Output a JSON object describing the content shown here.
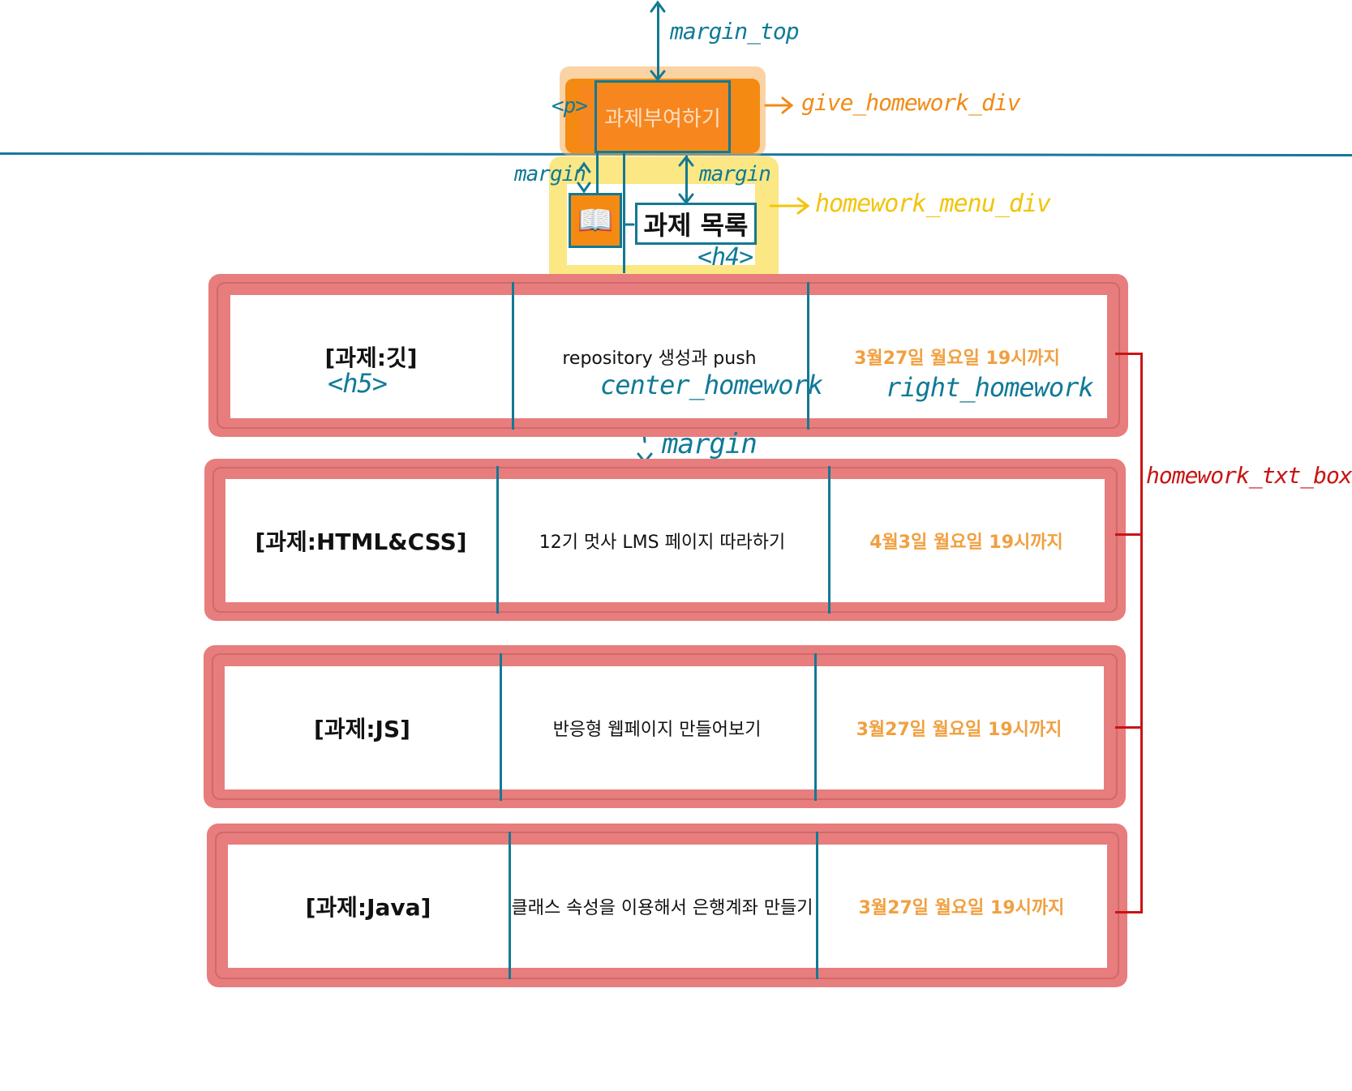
{
  "annotations": {
    "margin_top": "margin_top",
    "p_tag": "<p>",
    "give_div": "give_homework_div",
    "margin_left": "margin",
    "margin_right": "margin",
    "menu_div": "homework_menu_div",
    "h4_tag": "<h4>",
    "h5_tag": "<h5>",
    "center_class": "center_homework",
    "right_class": "right_homework",
    "row_margin": "margin",
    "txt_box": "homework_txt_box"
  },
  "give_homework": {
    "label": "과제부여하기"
  },
  "homework_menu": {
    "icon": "book-icon",
    "title": "과제 목록"
  },
  "homeworks": [
    {
      "title": "[과제:깃]",
      "desc": "repository 생성과 push",
      "due": "3월27일 월요일 19시까지"
    },
    {
      "title": "[과제:HTML&CSS]",
      "desc": "12기 멋사 LMS 페이지 따라하기",
      "due": "4월3일 월요일 19시까지"
    },
    {
      "title": "[과제:JS]",
      "desc": "반응형 웹페이지 만들어보기",
      "due": "3월27일 월요일 19시까지"
    },
    {
      "title": "[과제:Java]",
      "desc": "클래스 속성을 이용해서 은행계좌 만들기",
      "due": "3월27일 월요일 19시까지"
    }
  ],
  "colors": {
    "orange": "#f58a12",
    "teal": "#137993",
    "yellow_halo": "#fade55",
    "row_red": "#e77d7d",
    "due_text": "#f0a040",
    "bracket": "#c81414"
  }
}
